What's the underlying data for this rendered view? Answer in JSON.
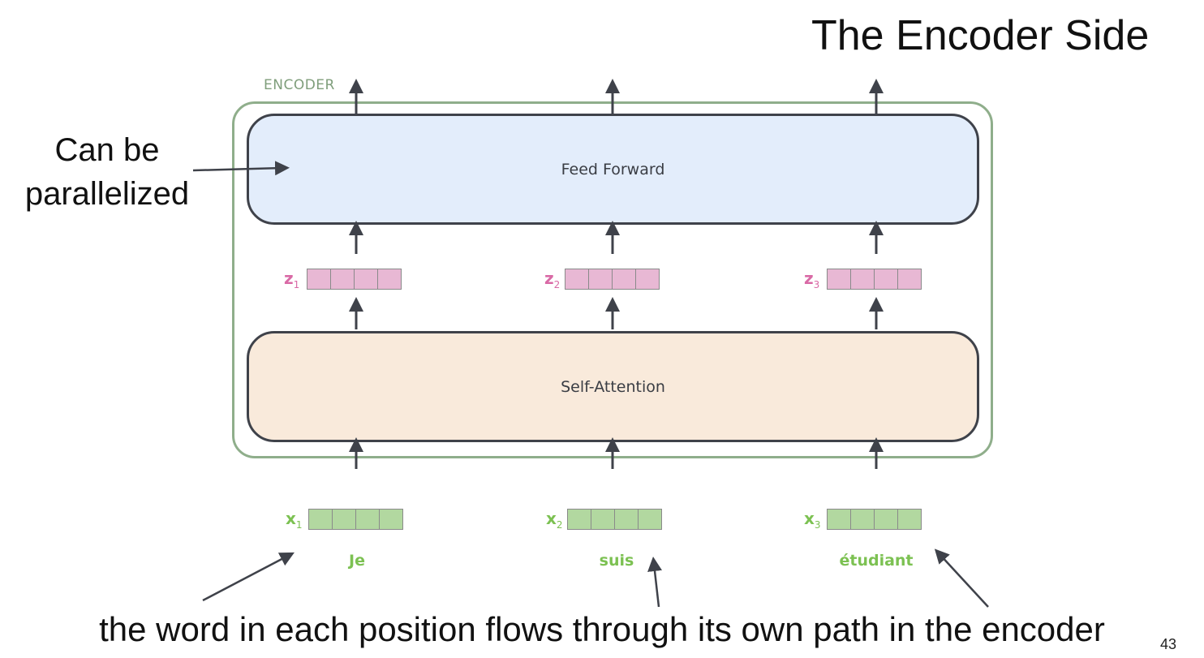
{
  "title": "The Encoder Side",
  "side_note": "Can be parallelized",
  "bottom_note": "the word in each position flows through its own path in the encoder",
  "page_number": "43",
  "encoder": {
    "label": "ENCODER",
    "feed_forward_label": "Feed Forward",
    "self_attention_label": "Self-Attention"
  },
  "z_vectors": [
    {
      "symbol": "z",
      "index": "1"
    },
    {
      "symbol": "z",
      "index": "2"
    },
    {
      "symbol": "z",
      "index": "3"
    }
  ],
  "x_vectors": [
    {
      "symbol": "x",
      "index": "1"
    },
    {
      "symbol": "x",
      "index": "2"
    },
    {
      "symbol": "x",
      "index": "3"
    }
  ],
  "words": [
    "Je",
    "suis",
    "étudiant"
  ],
  "colors": {
    "encoder_border": "#8fae8b",
    "encoder_label": "#7f9e7b",
    "feed_forward_fill": "#e3edfb",
    "self_attention_fill": "#f9eadb",
    "z_cell_fill": "#e8b8d4",
    "z_label": "#d96aa6",
    "x_cell_fill": "#b2d8a0",
    "x_label": "#7cc152",
    "word": "#7cc152",
    "arrow": "#3f424a"
  }
}
